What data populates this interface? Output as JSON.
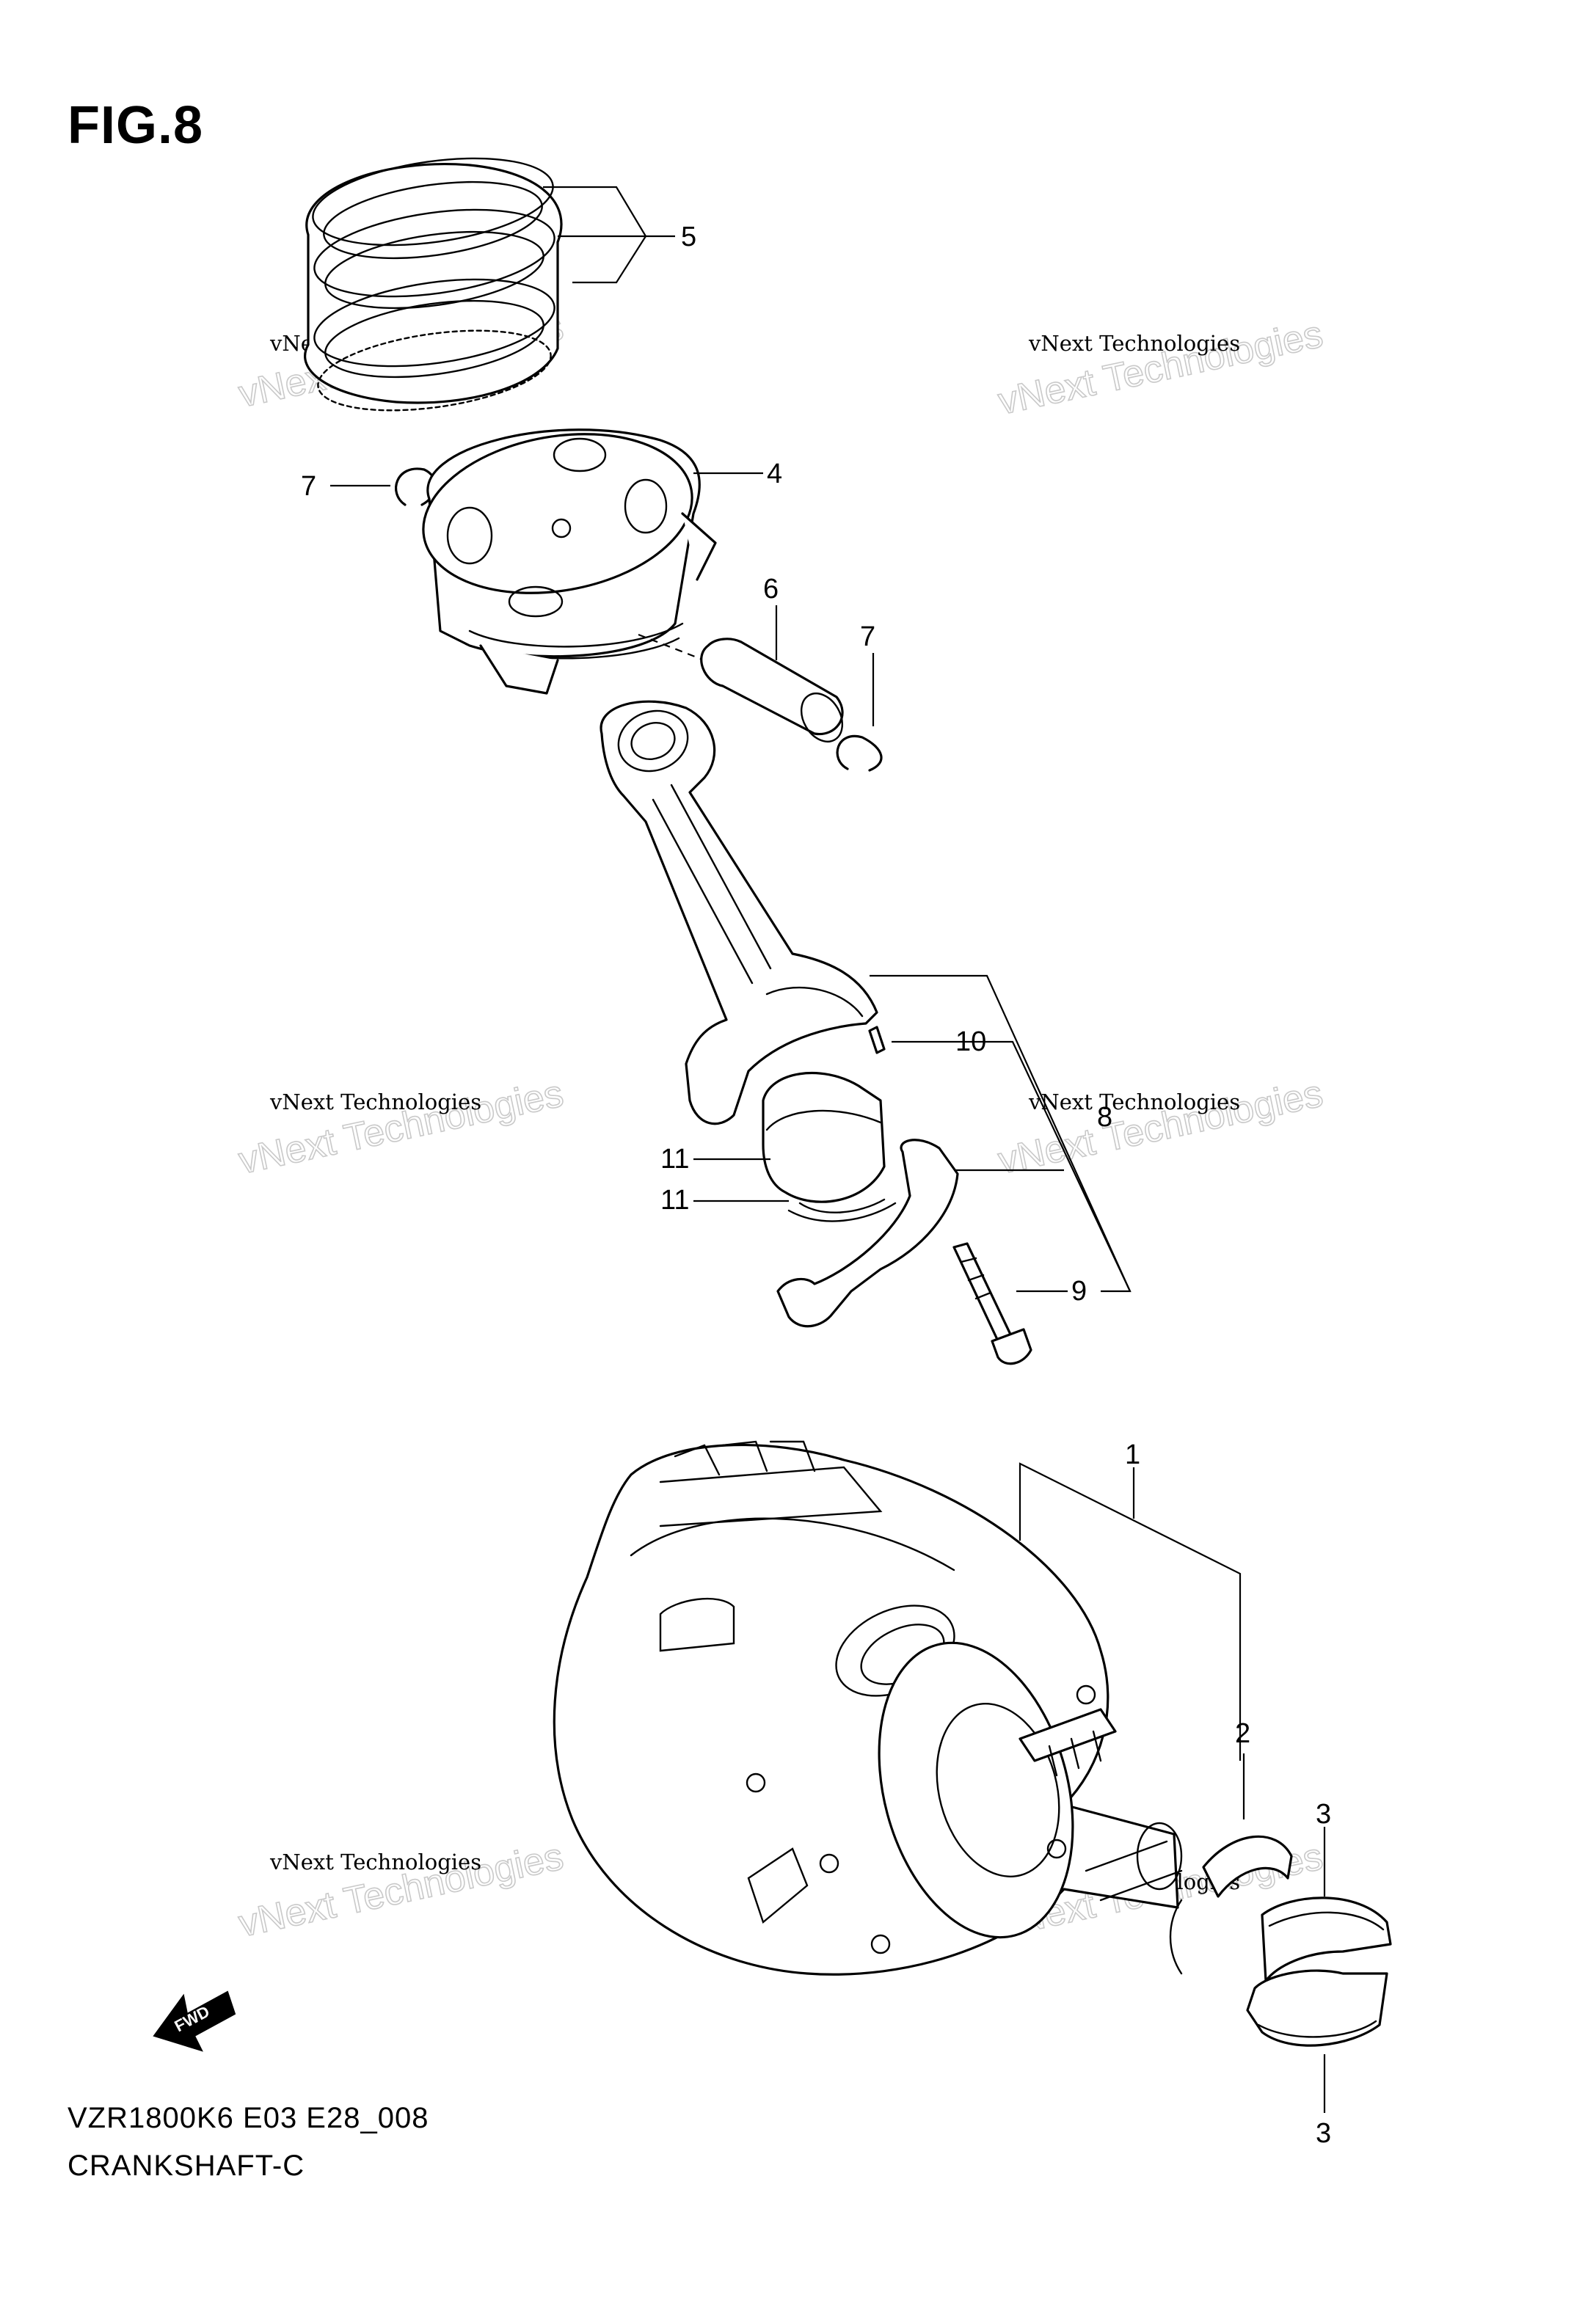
{
  "figure": {
    "title": "FIG.8",
    "model_code": "VZR1800K6 E03 E28_008",
    "diagram_name": "CRANKSHAFT-C"
  },
  "callouts": [
    "5",
    "7",
    "4",
    "6",
    "7",
    "10",
    "8",
    "11",
    "11",
    "9",
    "1",
    "2",
    "3",
    "3"
  ],
  "watermark": {
    "line1": "vNext Technologies",
    "line2": "vNext Technologies"
  },
  "fwd_label": "FWD"
}
